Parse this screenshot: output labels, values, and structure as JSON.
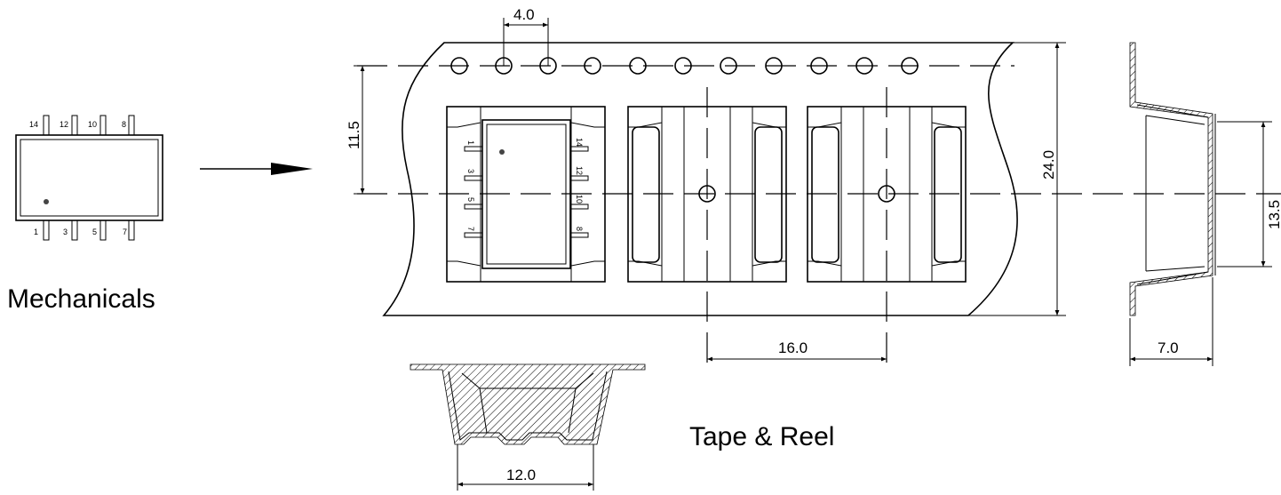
{
  "labels": {
    "mechanicals": "Mechanicals",
    "tape_reel": "Tape & Reel"
  },
  "dimensions": {
    "pitch_hole": "4.0",
    "offset": "11.5",
    "tape_width": "24.0",
    "pocket_pitch": "16.0",
    "depth": "7.0",
    "pocket_width": "13.5",
    "pocket_bottom": "12.0"
  },
  "pins": {
    "top": [
      "14",
      "12",
      "10",
      "8"
    ],
    "bottom": [
      "1",
      "3",
      "5",
      "7"
    ],
    "tape_left": [
      "1",
      "3",
      "5",
      "7"
    ],
    "tape_right": [
      "14",
      "12",
      "10",
      "8"
    ]
  }
}
